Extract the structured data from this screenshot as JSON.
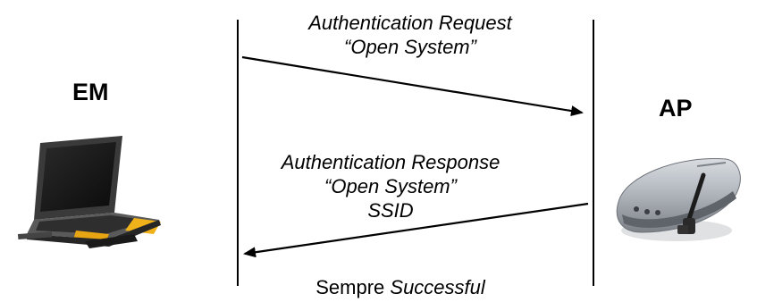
{
  "nodes": {
    "em": {
      "label": "EM",
      "icon": "laptop-icon"
    },
    "ap": {
      "label": "AP",
      "icon": "wireless-access-point-icon"
    }
  },
  "messages": {
    "request": {
      "line1": "Authentication Request",
      "line2": "“Open System”"
    },
    "response": {
      "line1": "Authentication Response",
      "line2": "“Open System”",
      "line3": "SSID"
    }
  },
  "footer": {
    "prefix": "Sempre",
    "emphasis": "Successful"
  }
}
